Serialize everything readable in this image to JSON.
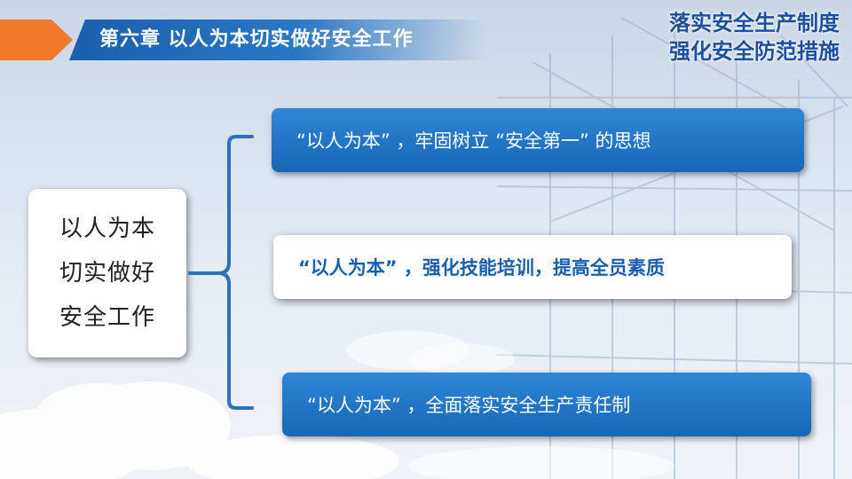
{
  "header": {
    "chapter_title": "第六章  以人为本切实做好安全工作"
  },
  "slogan": {
    "line1": "落实安全生产制度",
    "line2": "强化安全防范措施"
  },
  "theme": {
    "lines": [
      "以人为本",
      "切实做好",
      "安全工作"
    ]
  },
  "items": [
    {
      "text": "“以人为本” ，牢固树立 “安全第一” 的思想",
      "style": "blue"
    },
    {
      "text": "“以人为本” ，强化技能培训，提高全员素质",
      "style": "white"
    },
    {
      "text": "“以人为本” ，全面落实安全生产责任制",
      "style": "blue"
    }
  ],
  "colors": {
    "accent_orange": "#f07a2a",
    "accent_blue": "#1a5fae",
    "card_blue": "#1f74c6",
    "bracket_blue": "#2a72c0"
  }
}
